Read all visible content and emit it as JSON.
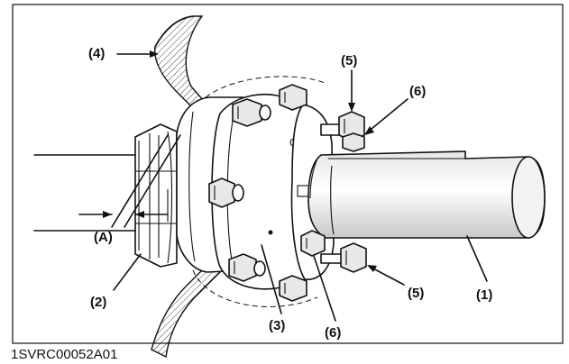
{
  "figure": {
    "code": "1SVRC00052A01"
  },
  "callouts": {
    "c1": "(1)",
    "c2": "(2)",
    "c3": "(3)",
    "c4": "(4)",
    "c5a": "(5)",
    "c5b": "(5)",
    "c6a": "(6)",
    "c6b": "(6)",
    "cA": "(A)"
  },
  "colors": {
    "ink": "#111111",
    "shade": "#d9d9d9",
    "background": "#ffffff"
  }
}
